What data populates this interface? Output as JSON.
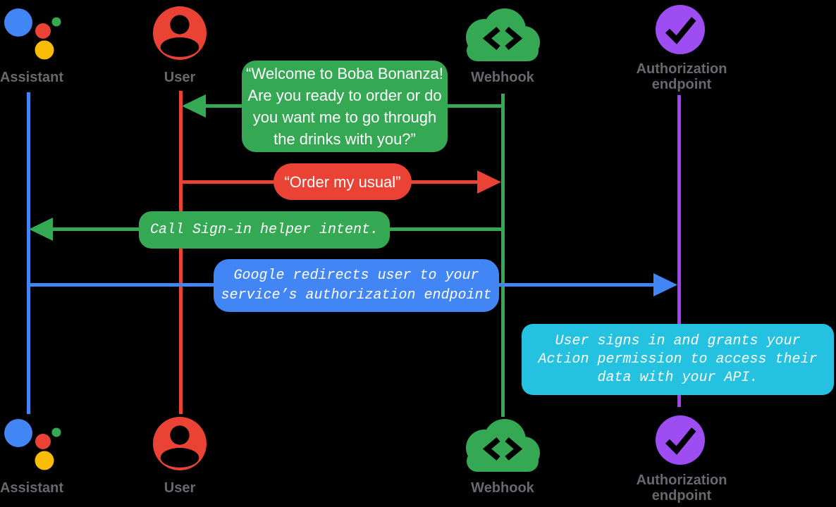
{
  "diagram": {
    "background": "#000000",
    "colors": {
      "blue": "#4285F4",
      "red": "#EA4335",
      "green": "#34A853",
      "yellow": "#FBBC05",
      "purple_line": "#A142F4",
      "purple_icon": "#9D4DF2",
      "cyan": "#24C1E0",
      "label_gray": "#66696D",
      "bubble_text": "#FFFFFF"
    }
  },
  "actors": [
    {
      "id": "assistant",
      "label": "Assistant",
      "color": "#4285F4"
    },
    {
      "id": "user",
      "label": "User",
      "color": "#EA4335"
    },
    {
      "id": "webhook",
      "label": "Webhook",
      "color": "#34A853"
    },
    {
      "id": "auth",
      "label": "Authorization\nendpoint",
      "color": "#A142F4"
    }
  ],
  "messages": [
    {
      "from": "webhook",
      "to": "user",
      "color": "#34A853",
      "font": "sans",
      "label": "“Welcome to Boba Bonanza!\nAre you ready to order or do\nyou want me to go through\nthe drinks with you?”"
    },
    {
      "from": "user",
      "to": "webhook",
      "color": "#EA4335",
      "font": "sans",
      "label": "“Order my usual”"
    },
    {
      "from": "webhook",
      "to": "assistant",
      "color": "#34A853",
      "font": "mono-italic",
      "label": "Call Sign-in helper intent."
    },
    {
      "from": "assistant",
      "to": "auth",
      "color": "#4285F4",
      "font": "mono-italic",
      "label": "Google redirects user to your\nservice’s authorization endpoint"
    }
  ],
  "note": {
    "color": "#24C1E0",
    "label": "User signs in and grants your\nAction permission to access their\ndata with your API."
  }
}
